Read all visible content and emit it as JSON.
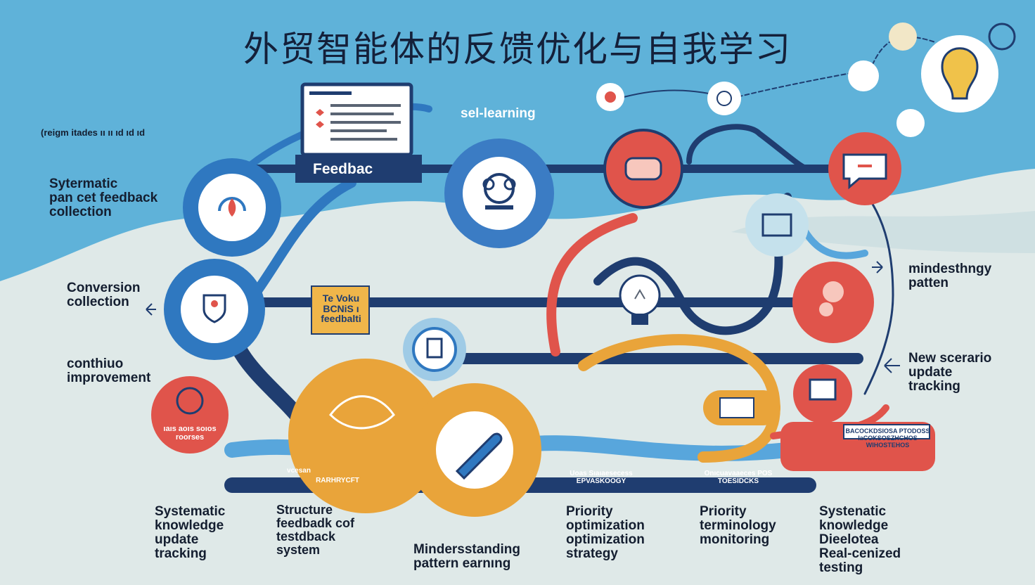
{
  "title": "外贸智能体的反馈优化与自我学习",
  "top_labels": {
    "self_learning": "sel‑learning",
    "corner_text": "(reigm itades ıı ıı ıd ıd ıd",
    "feedback_tab": "Feedbac"
  },
  "left_labels": {
    "systematic_collection": "Sytermatic\npan cet feedback\ncollection",
    "conversion_collection": "Conversion\ncollection",
    "continuous_improvement": "conthiuo\nimprovement"
  },
  "right_labels": {
    "mindset_pattern": "mindesthngy\npatten",
    "new_scenario": "New scerario\nupdate\ntracking"
  },
  "center_labels": {
    "yellow_box": "Te Voku\nBCNiS ı\nfeedbalti",
    "red_circle_caption": "ıaıs  aoıs soıos\nroorses",
    "blue_banner_left_1": "vcesan",
    "blue_banner_left_2": "RARHRYCFT",
    "blue_banner_mid": "Uoas Sıaıaesecess\nEPVASKOOGY",
    "blue_banner_right": "Onıcuavaaeces\nPOS TOESIDCKS",
    "red_panel": "BACOCKDSIOSA PTODOSS\nIaCOKSOSZHCHOS\nWIHOSTEHOS"
  },
  "bottom_labels": {
    "col1": "Systematic\nknowledge\nupdate\ntracking",
    "col2": "Structure\nfeedbadk cof\ntestdback\nsystem",
    "col3": "Mindersstanding\npattern earnıng",
    "col4": "Priority\noptimization\noptimization\nstrategy",
    "col5": "Priority\nterminology\nmonitoring",
    "col6": "Systenatic\nknowledge\nDieelotea\nReal‑cenized\ntesting"
  },
  "colors": {
    "sky": "#5fb2d9",
    "navy": "#1f3d70",
    "blue": "#2f78c0",
    "red": "#e0544b",
    "orange": "#e9a43a",
    "light": "#dfe9e8"
  }
}
